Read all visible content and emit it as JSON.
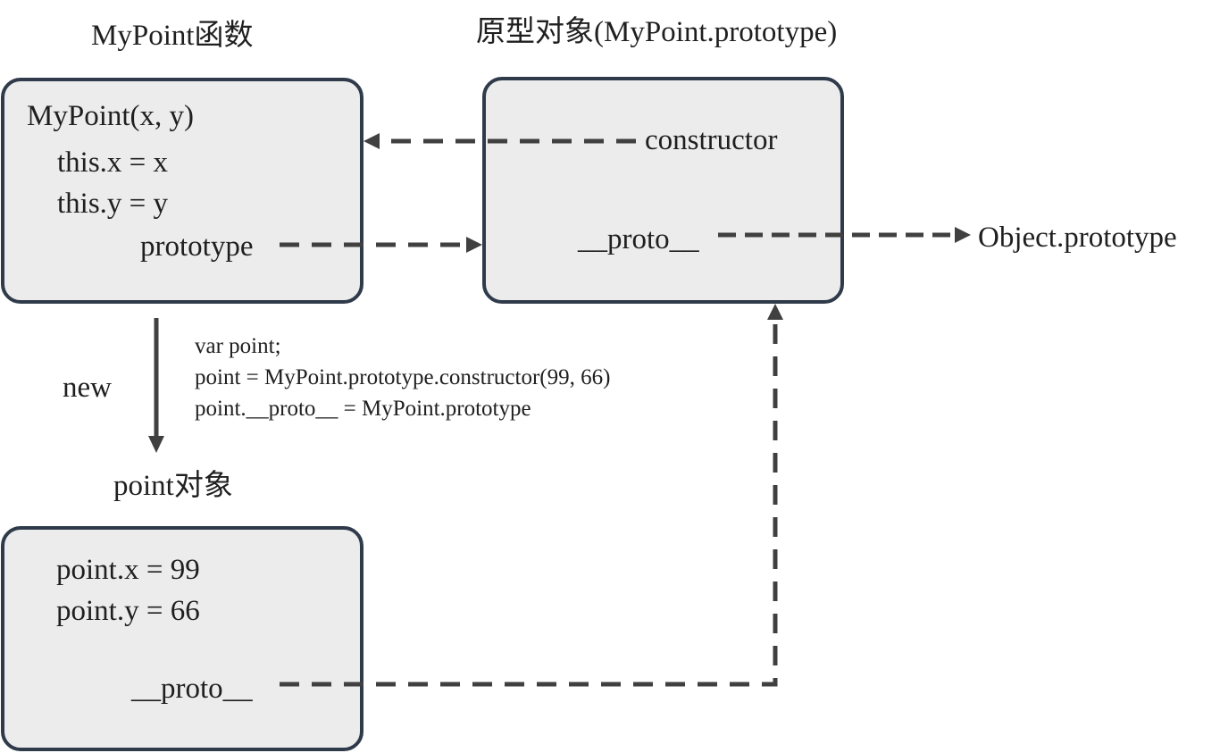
{
  "titles": {
    "mypoint_function": "MyPoint函数",
    "prototype_object": "原型对象(MyPoint.prototype)",
    "point_object": "point对象"
  },
  "function_box": {
    "signature": "MyPoint(x, y)",
    "line_x": "this.x = x",
    "line_y": "this.y = y",
    "prototype_label": "prototype"
  },
  "prototype_box": {
    "constructor_label": "constructor",
    "proto_label": "__proto__"
  },
  "object_prototype_label": "Object.prototype",
  "new_label": "new",
  "code_lines": [
    "var point;",
    "point = MyPoint.prototype.constructor(99, 66)",
    "point.__proto__ = MyPoint.prototype"
  ],
  "point_box": {
    "line_x": "point.x = 99",
    "line_y": "point.y = 66",
    "proto_label": "__proto__"
  },
  "colors": {
    "box_fill": "#ececec",
    "box_border": "#2f3a4b",
    "arrow": "#404040",
    "text": "#1f1f1f"
  }
}
